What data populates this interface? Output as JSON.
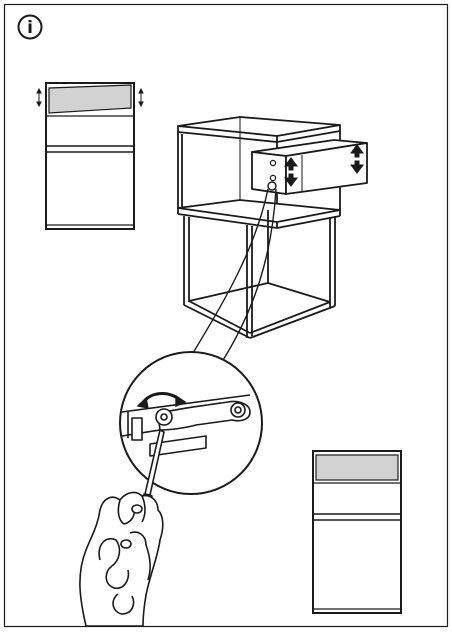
{
  "header": {
    "info_glyph": "i",
    "icon": "info-circle-icon"
  },
  "colors": {
    "ink": "#1a1a1a",
    "drawer_fill": "#d2d2d2",
    "background": "#ffffff"
  },
  "illustrations": {
    "main": "nightstand-with-drawer-height-adjust",
    "detail": "screwdriver-adjusting-drawer-runner",
    "before": "drawer-misaligned-icon",
    "after": "drawer-aligned-icon"
  }
}
